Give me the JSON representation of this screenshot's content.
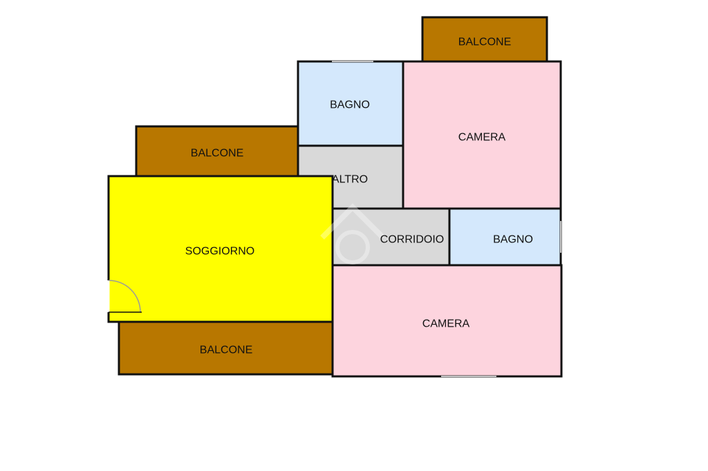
{
  "colors": {
    "balcone": "#b87700",
    "bagno": "#d4e8fc",
    "camera": "#fdd4de",
    "altro": "#d9d9d9",
    "corridoio": "#d9d9d9",
    "soggiorno": "#ffff00",
    "wall": "#111111"
  },
  "rooms": {
    "balcone_top": "BALCONE",
    "bagno_top": "BAGNO",
    "camera_top": "CAMERA",
    "balcone_left": "BALCONE",
    "altro": "ALTRO",
    "soggiorno": "SOGGIORNO",
    "corridoio": "CORRIDOIO",
    "bagno_right": "BAGNO",
    "camera_bottom": "CAMERA",
    "balcone_bottom": "BALCONE"
  }
}
